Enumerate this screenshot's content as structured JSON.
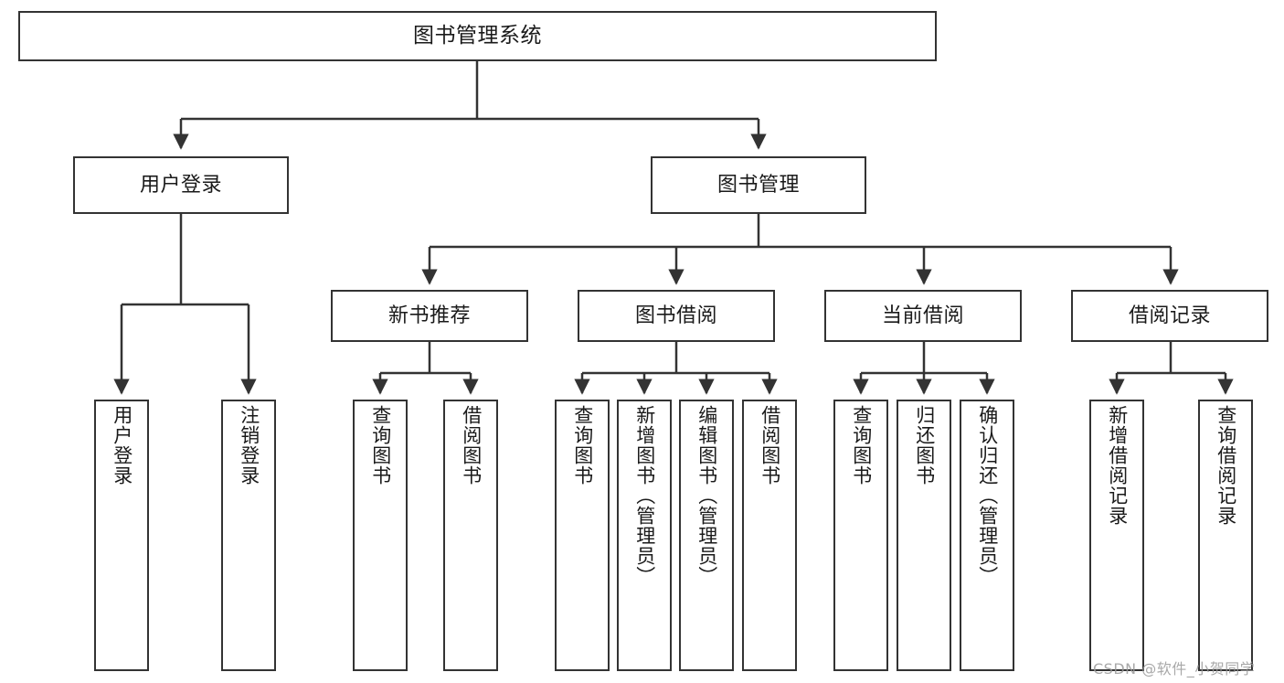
{
  "diagram": {
    "type": "tree-hierarchy-chart",
    "title": "图书管理系统",
    "background_color": "#ffffff",
    "box_border_color": "#333333",
    "connector_color": "#333333",
    "text_color": "#1a1a1a"
  },
  "nodes": {
    "root": {
      "label": "图书管理系统",
      "level": 1
    },
    "level2": [
      {
        "id": "user_login",
        "label": "用户登录"
      },
      {
        "id": "book_manage",
        "label": "图书管理"
      }
    ],
    "level3": [
      {
        "id": "new_book_rec",
        "label": "新书推荐"
      },
      {
        "id": "book_borrow",
        "label": "图书借阅"
      },
      {
        "id": "current_borrow",
        "label": "当前借阅"
      },
      {
        "id": "borrow_record",
        "label": "借阅记录"
      }
    ],
    "leaves": {
      "user_login": [
        {
          "id": "leaf_user_login",
          "label": "用户登录"
        },
        {
          "id": "leaf_logout",
          "label": "注销登录"
        }
      ],
      "new_book_rec": [
        {
          "id": "leaf_query_book_1",
          "label": "查询图书"
        },
        {
          "id": "leaf_borrow_book_1",
          "label": "借阅图书"
        }
      ],
      "book_borrow": [
        {
          "id": "leaf_query_book_2",
          "label": "查询图书"
        },
        {
          "id": "leaf_add_book",
          "label": "新增图书（管理员）"
        },
        {
          "id": "leaf_edit_book",
          "label": "编辑图书（管理员）"
        },
        {
          "id": "leaf_borrow_book_2",
          "label": "借阅图书"
        }
      ],
      "current_borrow": [
        {
          "id": "leaf_query_book_3",
          "label": "查询图书"
        },
        {
          "id": "leaf_return_book",
          "label": "归还图书"
        },
        {
          "id": "leaf_confirm_return",
          "label": "确认归还（管理员）"
        }
      ],
      "borrow_record": [
        {
          "id": "leaf_add_record",
          "label": "新增借阅记录"
        },
        {
          "id": "leaf_query_record",
          "label": "查询借阅记录"
        }
      ]
    }
  },
  "watermark": {
    "text": "CSDN @软件_小贺同学"
  }
}
